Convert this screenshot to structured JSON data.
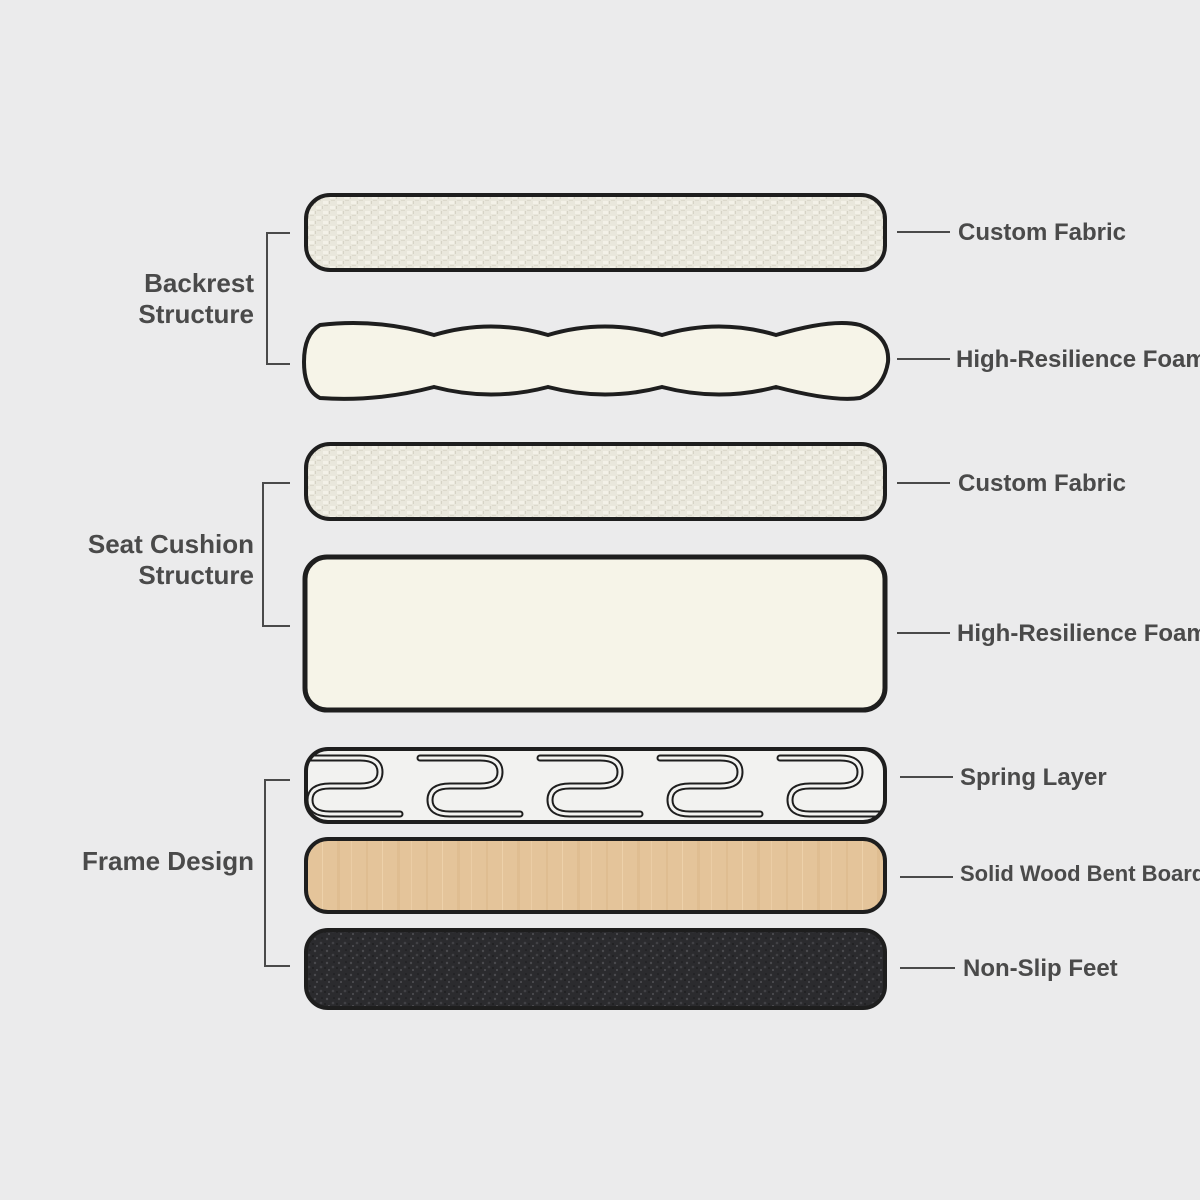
{
  "groups": [
    {
      "label_line1": "Backrest",
      "label_line2": "Structure"
    },
    {
      "label_line1": "Seat Cushion",
      "label_line2": "Structure"
    },
    {
      "label_line1": "Frame Design",
      "label_line2": ""
    }
  ],
  "layers": [
    {
      "label": "Custom Fabric",
      "material": "fabric"
    },
    {
      "label": "High-Resilience Foam",
      "material": "foam-wavy"
    },
    {
      "label": "Custom Fabric",
      "material": "fabric"
    },
    {
      "label": "High-Resilience Foam",
      "material": "foam-thick"
    },
    {
      "label": "Spring Layer",
      "material": "springs"
    },
    {
      "label": "Solid Wood Bent Board",
      "material": "wood"
    },
    {
      "label": "Non-Slip Feet",
      "material": "rubber"
    }
  ],
  "colors": {
    "background": "#ebebec",
    "outline": "#1e1e1e",
    "fabric": "#e9e7dc",
    "foam": "#f6f4e8",
    "spring_fill": "#f2f2f0",
    "wood": "#e4c49a",
    "rubber": "#2b2b2e",
    "text": "#4a4a4a"
  }
}
